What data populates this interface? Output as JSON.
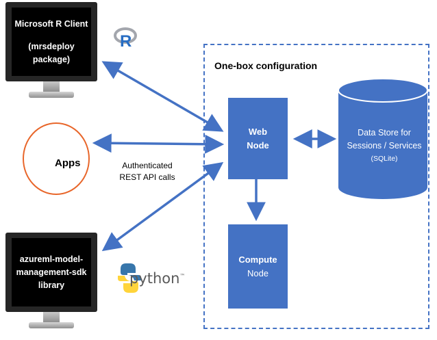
{
  "clients": {
    "r_client": {
      "line1": "Microsoft R Client",
      "line2": "(mrsdeploy package)"
    },
    "python_client": {
      "line1": "azureml-model-",
      "line2": "management-sdk",
      "line3": "library"
    }
  },
  "apps": {
    "label": "Apps"
  },
  "connection": {
    "line1": "Authenticated",
    "line2": "REST API calls"
  },
  "config": {
    "title": "One-box configuration"
  },
  "web_node": {
    "line1": "Web",
    "line2": "Node"
  },
  "compute_node": {
    "line1": "Compute",
    "line2": "Node"
  },
  "data_store": {
    "line1": "Data Store for",
    "line2": "Sessions / Services",
    "line3": "(SQLite)"
  },
  "logos": {
    "r_letter": "R",
    "python_word": "python",
    "python_tm": "™"
  },
  "colors": {
    "accent": "#4472c4",
    "apps_ring": "#e8662a",
    "screen": "#000000",
    "r_blue": "#276dc3",
    "python_blue": "#3776ab",
    "python_yellow": "#ffd43b"
  }
}
